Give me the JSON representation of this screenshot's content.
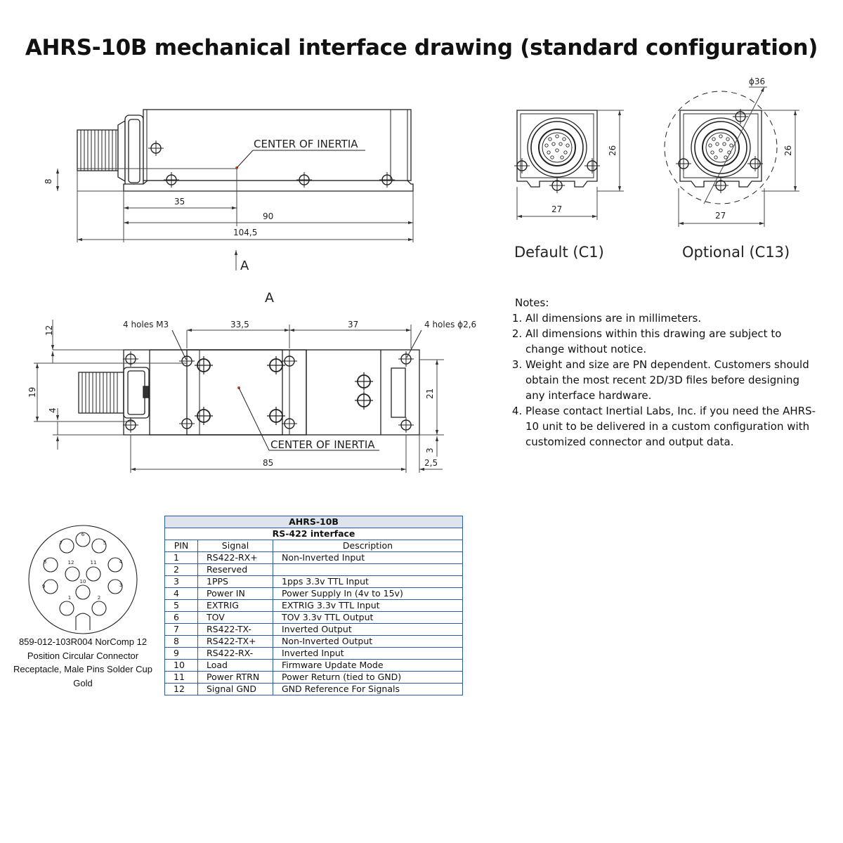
{
  "title": "AHRS-10B mechanical interface drawing (standard configuration)",
  "side_view": {
    "center_label": "CENTER OF INERTIA",
    "dims": {
      "height": "8",
      "d35": "35",
      "d90": "90",
      "d104": "104,5"
    },
    "view_marker": "A"
  },
  "top_view": {
    "label": "A",
    "center_label": "CENTER OF INERTIA",
    "holes_m3": "4 holes M3",
    "holes_26": "4 holes ϕ2,6",
    "dims": {
      "d335": "33,5",
      "d37": "37",
      "d12": "12",
      "d19": "19",
      "d4": "4",
      "d21": "21",
      "d3": "3",
      "d85": "85",
      "d25": "2,5"
    }
  },
  "end_views": {
    "default_label": "Default (C1)",
    "optional_label": "Optional (C13)",
    "dims": {
      "w27": "27",
      "h26": "26",
      "dia36": "ϕ36"
    }
  },
  "notes": {
    "heading": "Notes:",
    "items": [
      "All dimensions are in millimeters.",
      "All dimensions within this drawing are subject to change without notice.",
      "Weight and size are PN dependent. Customers should obtain the most recent 2D/3D files before designing any interface hardware.",
      "Please contact Inertial Labs, Inc. if you need the AHRS-10 unit to be delivered in a custom configuration with customized connector and output data."
    ]
  },
  "connector": {
    "caption": "859-012-103R004 NorComp 12 Position Circular Connector Receptacle, Male Pins Solder Cup Gold",
    "pin_numbers": [
      "1",
      "2",
      "3",
      "4",
      "5",
      "6",
      "7",
      "8",
      "9",
      "10",
      "11",
      "12"
    ]
  },
  "pin_table": {
    "title": "AHRS-10B",
    "subtitle": "RS-422 interface",
    "columns": [
      "PIN",
      "Signal",
      "Description"
    ],
    "rows": [
      [
        "1",
        "RS422-RX+",
        "Non-Inverted Input"
      ],
      [
        "2",
        "Reserved",
        ""
      ],
      [
        "3",
        "1PPS",
        "1pps 3.3v TTL Input"
      ],
      [
        "4",
        "Power IN",
        "Power Supply In (4v to 15v)"
      ],
      [
        "5",
        "EXTRIG",
        "EXTRIG 3.3v TTL Input"
      ],
      [
        "6",
        "TOV",
        "TOV 3.3v TTL Output"
      ],
      [
        "7",
        "RS422-TX-",
        "Inverted Output"
      ],
      [
        "8",
        "RS422-TX+",
        "Non-Inverted Output"
      ],
      [
        "9",
        "RS422-RX-",
        "Inverted Input"
      ],
      [
        "10",
        "Load",
        "Firmware Update Mode"
      ],
      [
        "11",
        "Power RTRN",
        "Power Return (tied to GND)"
      ],
      [
        "12",
        "Signal GND",
        "GND Reference For Signals"
      ]
    ]
  }
}
